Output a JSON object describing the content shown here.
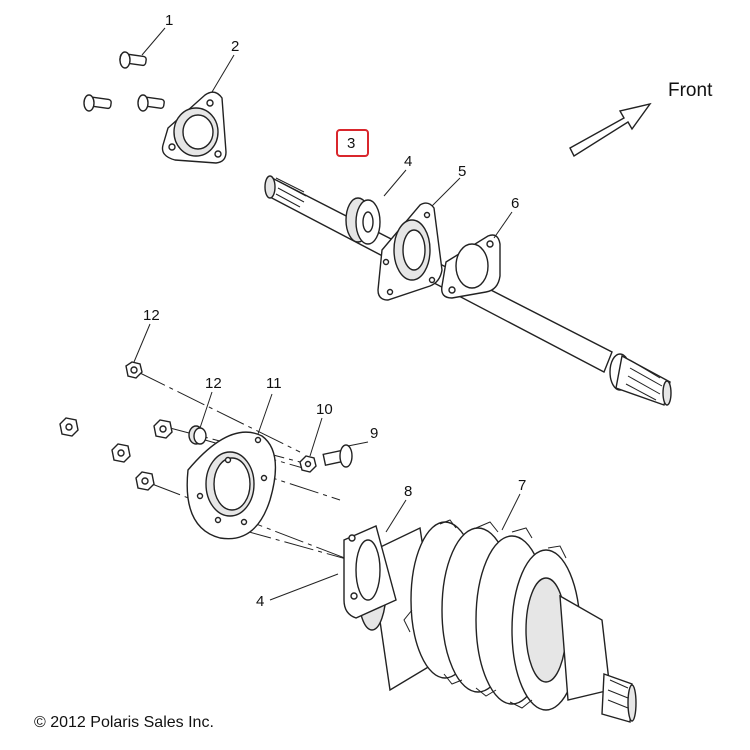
{
  "diagram": {
    "callouts": [
      "1",
      "2",
      "3",
      "4",
      "5",
      "6",
      "12",
      "12",
      "11",
      "10",
      "9",
      "8",
      "7",
      "4"
    ],
    "highlight_color": "#d9262c",
    "direction_label": "Front",
    "copyright": "© 2012 Polaris Sales Inc."
  }
}
